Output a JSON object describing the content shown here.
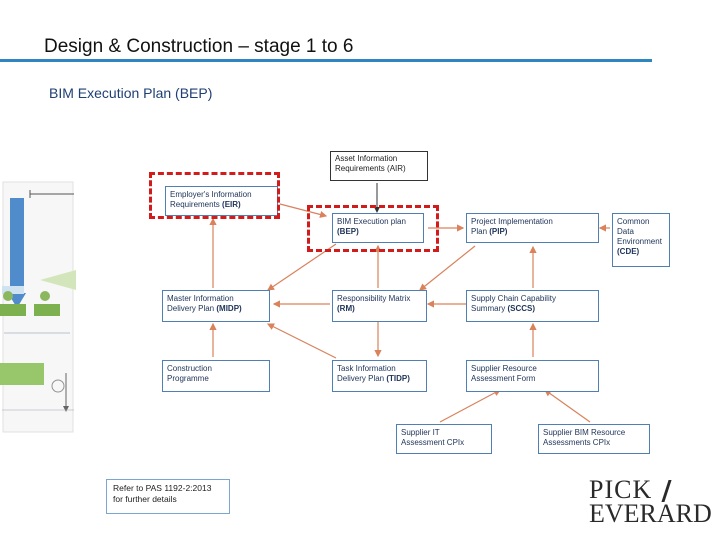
{
  "slide": {
    "title": "Design & Construction – stage 1 to 6",
    "subtitle": "BIM Execution Plan (BEP)"
  },
  "colors": {
    "accent": "#2e86c1",
    "box_border": "#4f7fb3",
    "highlight": "#d21c1c",
    "arrow": "#d9825b"
  },
  "diagram": {
    "air": {
      "line1": "Asset Information",
      "line2": "Requirements (AIR)"
    },
    "eir": {
      "line1": "Employer's Information",
      "line2a": "Requirements ",
      "line2b": "(EIR)"
    },
    "bep": {
      "line1": "BIM Execution plan",
      "line2": "(BEP)"
    },
    "pip": {
      "line1": "Project Implementation",
      "line2a": "Plan ",
      "line2b": "(PIP)"
    },
    "cde": {
      "line1": "Common",
      "line2": "Data",
      "line3": "Environment",
      "line4": "(CDE)"
    },
    "midp": {
      "line1": "Master Information",
      "line2a": "Delivery Plan ",
      "line2b": "(MIDP)"
    },
    "rim": {
      "line1": "Responsibility Matrix",
      "line2": "(RM)"
    },
    "sccs": {
      "line1": "Supply Chain Capability",
      "line2a": "Summary ",
      "line2b": "(SCCS)"
    },
    "construction": {
      "line1": "Construction",
      "line2": "Programme"
    },
    "tidp": {
      "line1": "Task Information",
      "line2a": "Delivery Plan ",
      "line2b": "(TIDP)"
    },
    "sraf": {
      "line1": "Supplier Resource",
      "line2": "Assessment Form"
    },
    "sit": {
      "line1": "Supplier IT",
      "line2": "Assessment CPIx"
    },
    "sbim": {
      "line1": "Supplier BIM Resource",
      "line2": "Assessments CPIx"
    }
  },
  "note": {
    "line1": "Refer to PAS 1192-2:2013",
    "line2": "for further details"
  },
  "logo": {
    "line1": "PICK",
    "line2": "EVERARD"
  }
}
